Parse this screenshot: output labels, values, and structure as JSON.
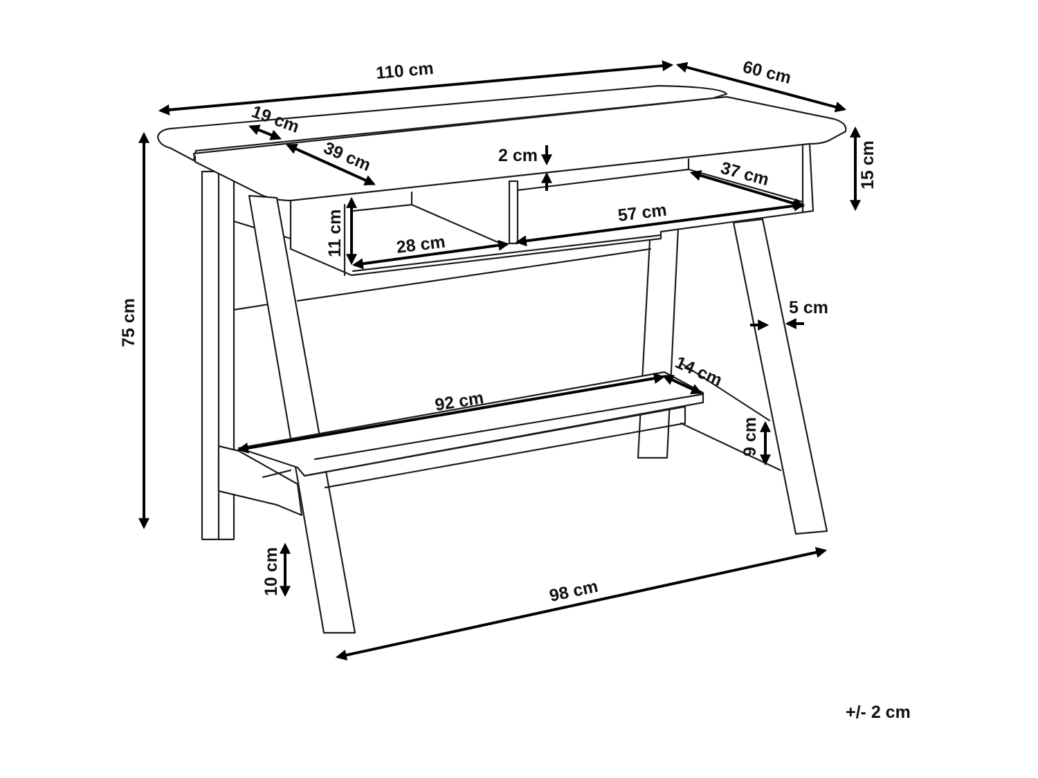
{
  "dimensions": {
    "width_total": "110 cm",
    "depth_total": "60 cm",
    "rear_shelf_depth": "19 cm",
    "desktop_depth": "39 cm",
    "desktop_thickness": "2 cm",
    "drawer_depth": "37 cm",
    "apron_height": "15 cm",
    "small_compartment_height": "11 cm",
    "small_compartment_width": "28 cm",
    "large_compartment_width": "57 cm",
    "leg_width": "5 cm",
    "total_height": "75 cm",
    "footrest_depth": "14 cm",
    "footrest_length": "92 cm",
    "footrest_height": "9 cm",
    "floor_clearance": "10 cm",
    "leg_span": "98 cm"
  },
  "tolerance": "+/- 2 cm"
}
